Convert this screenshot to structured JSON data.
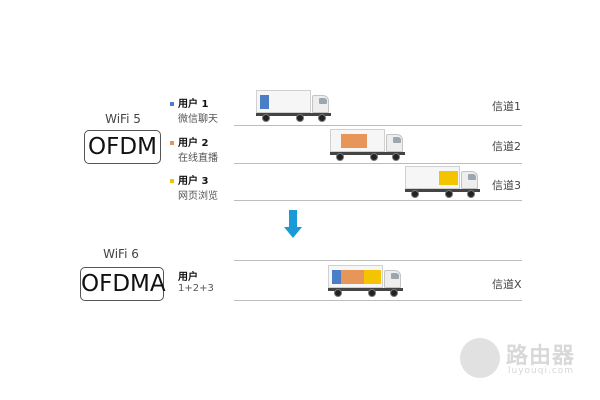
{
  "ofdm": {
    "wifi_label": "WiFi 5",
    "protocol": "OFDM",
    "users": [
      {
        "title": "用户 1",
        "desc": "微信聊天",
        "color": "#4a7ec7"
      },
      {
        "title": "用户 2",
        "desc": "在线直播",
        "color": "#e8955a"
      },
      {
        "title": "用户 3",
        "desc": "网页浏览",
        "color": "#f5c400"
      }
    ],
    "channels": [
      "信道1",
      "信道2",
      "信道3"
    ]
  },
  "arrow": {
    "icon": "down-arrow-icon",
    "color": "#1a9ad6"
  },
  "ofdma": {
    "wifi_label": "WiFi 6",
    "protocol": "OFDMA",
    "user_title": "用户",
    "user_desc": "1+2+3",
    "channel": "信道X",
    "cargo_colors": [
      "#4a7ec7",
      "#e8955a",
      "#f5c400"
    ]
  },
  "watermark": {
    "text": "路由器",
    "sub": "luyouqi.com"
  }
}
